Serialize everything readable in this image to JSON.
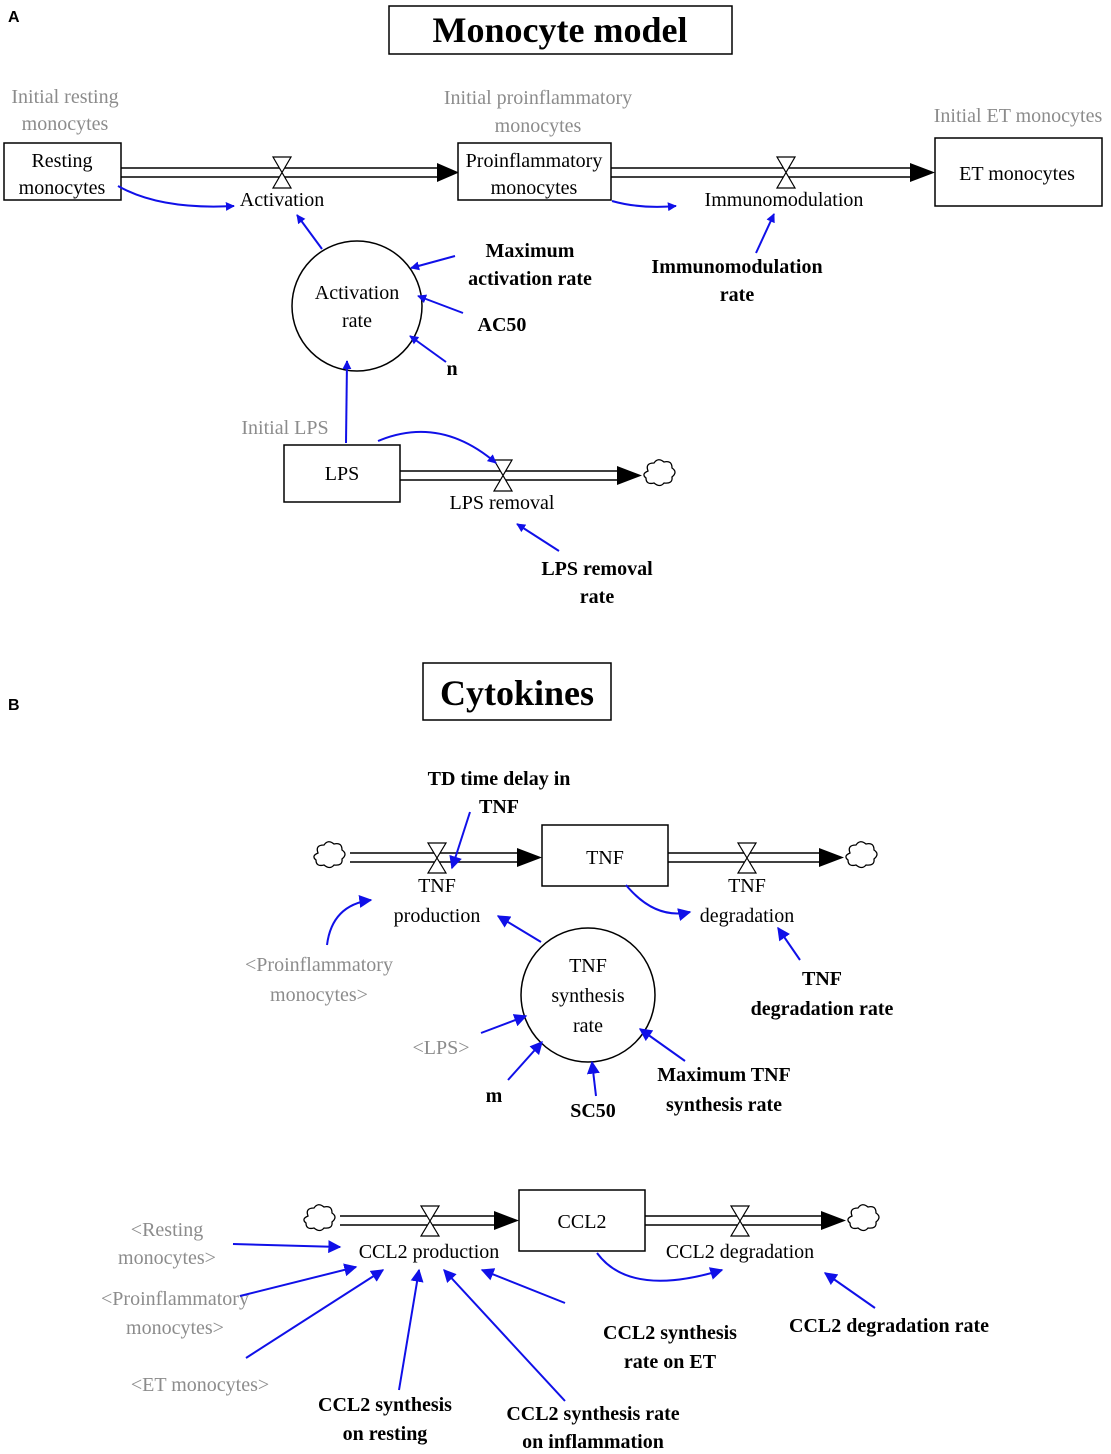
{
  "panel_a": {
    "letter": "A",
    "title": "Monocyte model",
    "stocks": {
      "resting_line1": "Resting",
      "resting_line2": "monocytes",
      "proinflammatory_line1": "Proinflammatory",
      "proinflammatory_line2": "monocytes",
      "et": "ET monocytes",
      "lps": "LPS"
    },
    "flows": {
      "activation": "Activation",
      "immunomodulation": "Immunomodulation",
      "lps_removal": "LPS removal"
    },
    "auxiliaries": {
      "activation_rate_line1": "Activation",
      "activation_rate_line2": "rate"
    },
    "parameters": {
      "max_activation_line1": "Maximum",
      "max_activation_line2": "activation rate",
      "ac50": "AC50",
      "n": "n",
      "immunomodulation_rate_line1": "Immunomodulation",
      "immunomodulation_rate_line2": "rate",
      "lps_removal_rate_line1": "LPS removal",
      "lps_removal_rate_line2": "rate"
    },
    "initials": {
      "resting_line1": "Initial resting",
      "resting_line2": "monocytes",
      "proinflammatory_line1": "Initial proinflammatory",
      "proinflammatory_line2": "monocytes",
      "et": "Initial ET monocytes",
      "lps": "Initial LPS"
    }
  },
  "panel_b": {
    "letter": "B",
    "title": "Cytokines",
    "stocks": {
      "tnf": "TNF",
      "ccl2": "CCL2"
    },
    "flows": {
      "tnf_production_line1": "TNF",
      "tnf_production_line2": "production",
      "tnf_degradation_line1": "TNF",
      "tnf_degradation_line2": "degradation",
      "ccl2_production": "CCL2 production",
      "ccl2_degradation": "CCL2 degradation"
    },
    "auxiliaries": {
      "tnf_synthesis_line1": "TNF",
      "tnf_synthesis_line2": "synthesis",
      "tnf_synthesis_line3": "rate"
    },
    "parameters": {
      "td_delay_line1": "TD time delay in",
      "td_delay_line2": "TNF",
      "tnf_degradation_rate_line1": "TNF",
      "tnf_degradation_rate_line2": "degradation rate",
      "m": "m",
      "sc50": "SC50",
      "max_tnf_line1": "Maximum TNF",
      "max_tnf_line2": "synthesis rate",
      "ccl2_rate_et_line1": "CCL2 synthesis",
      "ccl2_rate_et_line2": "rate on ET",
      "ccl2_degradation_rate": "CCL2 degradation rate",
      "ccl2_on_resting_line1": "CCL2 synthesis",
      "ccl2_on_resting_line2": "on resting",
      "ccl2_on_inflammation_line1": "CCL2 synthesis rate",
      "ccl2_on_inflammation_line2": "on inflammation"
    },
    "shadows": {
      "proinflammatory_line1": "<Proinflammatory",
      "proinflammatory_line2": "monocytes>",
      "lps": "<LPS>",
      "resting_line1": "<Resting",
      "resting_line2": "monocytes>",
      "proinflammatory2_line1": "<Proinflammatory",
      "proinflammatory2_line2": "monocytes>",
      "et": "<ET monocytes>"
    }
  },
  "colors": {
    "link": "#1010e8",
    "shadow_text": "#8c8c8c",
    "stroke": "#000000"
  }
}
